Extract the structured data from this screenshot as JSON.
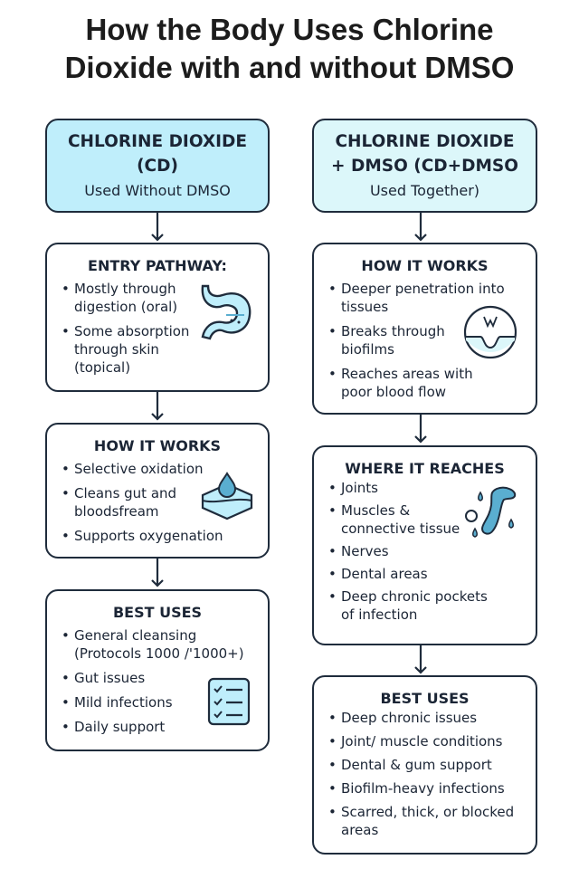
{
  "title": [
    "How the Body Uses Chlorine",
    "Dioxide with and without DMSO"
  ],
  "left": {
    "header": {
      "line1": "CHLORINE DIOXIDE",
      "line2": "(CD)",
      "line3": "Used Without DMSO"
    },
    "entry": {
      "title": "ENTRY PATHWAY:",
      "items": [
        "Mostly through\ndigestion (oral)",
        "Some absorption\nthrough skin\n(topical)"
      ],
      "icon": "stomach-icon"
    },
    "how": {
      "title": "HOW IT WORKS",
      "items": [
        "Selective oxidation",
        "Cleans gut and\nbloodsfream",
        "Supports oxygenation"
      ],
      "icon": "tissue-droplet-icon"
    },
    "best": {
      "title": "BEST USES",
      "items": [
        "General cleansing\n(Protocols 1000 /'1000+)",
        "Gut issues",
        "Mild infections",
        "Daily support"
      ],
      "icon": "checklist-icon"
    }
  },
  "right": {
    "header": {
      "line1": "CHLORINE DIOXIDE",
      "line2": "+ DMSO (CD+DMSO",
      "line3": "Used Together)"
    },
    "how": {
      "title": "HOW IT WORKS",
      "items": [
        "Deeper penetration into\ntissues",
        "Breaks through\nbiofilms",
        "Reaches areas with\npoor blood flow"
      ],
      "icon": "biofilm-penetration-icon"
    },
    "reach": {
      "title": "WHERE IT REACHES",
      "items": [
        "Joints",
        "Muscles &\nconnective tissue",
        "Nerves",
        "Dental areas",
        "Deep chronic pockets\nof infection"
      ],
      "icon": "joint-bone-icon"
    },
    "best": {
      "title": "BEST USES",
      "items": [
        "Deep chronic issues",
        "Joint/ muscle conditions",
        "Dental & gum support",
        "Biofilm-heavy infections",
        "Scarred, thick, or blocked\nareas"
      ]
    }
  },
  "colors": {
    "left_header": "#bfeefb",
    "right_header": "#dcf7fa",
    "border": "#1f2c3c",
    "icon": "#5aaed0"
  }
}
